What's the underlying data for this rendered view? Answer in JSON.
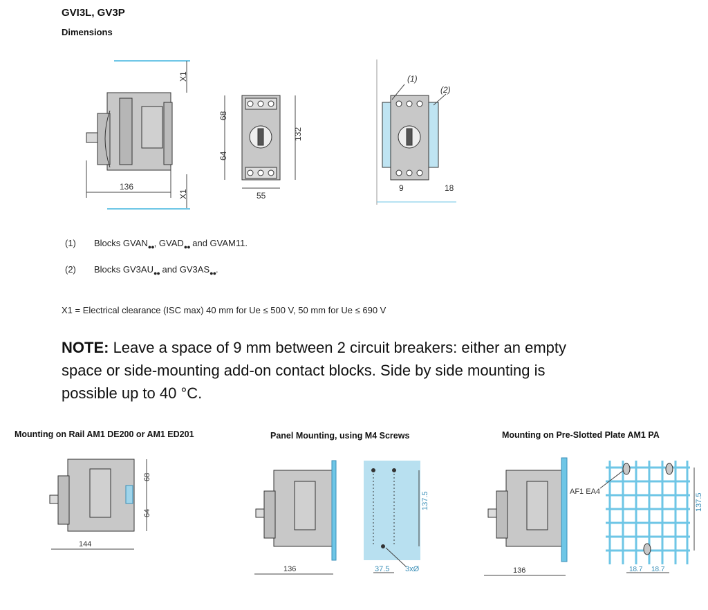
{
  "header": {
    "title": "GVI3L, GV3P",
    "subtitle": "Dimensions"
  },
  "dimension_figure": {
    "labels": {
      "x1_top": "X1",
      "x1_bottom": "X1",
      "depth": "136",
      "upper": "68",
      "lower": "64",
      "height": "132",
      "width": "55",
      "callout_1": "(1)",
      "callout_2": "(2)",
      "side_block": "9",
      "side_block_2": "18"
    }
  },
  "footnotes": [
    {
      "num": "(1)",
      "pre": "Blocks GVAN",
      "mid1": ", GVAD",
      "post": " and GVAM11."
    },
    {
      "num": "(2)",
      "pre": "Blocks GV3AU",
      "mid1": " and GV3AS",
      "post": "."
    }
  ],
  "dots": "●●",
  "x1_definition": "X1 = Electrical clearance (ISC max) 40 mm for Ue ≤ 500 V, 50 mm for Ue ≤ 690 V",
  "note": {
    "label": "NOTE:",
    "text": " Leave a space of 9 mm between 2 circuit breakers: either an empty space or side-mounting add-on contact blocks. Side by side mounting is possible up to 40 °C."
  },
  "mounting": {
    "rail": {
      "caption": "Mounting on Rail AM1 DE200 or AM1 ED201",
      "labels": {
        "upper": "68",
        "lower": "64",
        "depth": "144"
      }
    },
    "panel": {
      "caption": "Panel Mounting, using M4 Screws",
      "labels": {
        "depth": "136",
        "height": "137.5",
        "width": "37.5",
        "screws": "3xØ"
      }
    },
    "plate": {
      "caption": "Mounting on Pre-Slotted Plate AM1 PA",
      "labels": {
        "depth": "136",
        "ref": "AF1 EA4",
        "height": "137.5",
        "pitch_1": "18.7",
        "pitch_2": "18.7"
      }
    }
  },
  "colors": {
    "drawing_fill": "#c8c8c8",
    "drawing_stroke": "#333333",
    "accent": "#6ec6e6"
  }
}
